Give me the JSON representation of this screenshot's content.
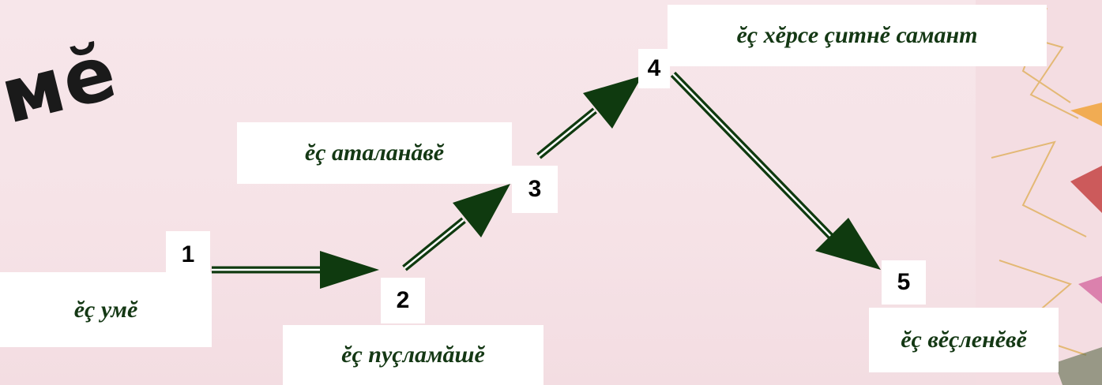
{
  "slide": {
    "partial_title": "мĕ",
    "colors": {
      "arrow": "#0f3a0f",
      "label_text": "#143814",
      "background": "#f6e3e7"
    }
  },
  "steps": [
    {
      "number": "1",
      "label": "ĕç умĕ"
    },
    {
      "number": "2",
      "label": "ĕç пуçламăшĕ"
    },
    {
      "number": "3",
      "label": "ĕç аталанăвĕ"
    },
    {
      "number": "4",
      "label": "ĕç хĕрсе çитнĕ самант"
    },
    {
      "number": "5",
      "label": "ĕç вĕçленĕвĕ"
    }
  ]
}
